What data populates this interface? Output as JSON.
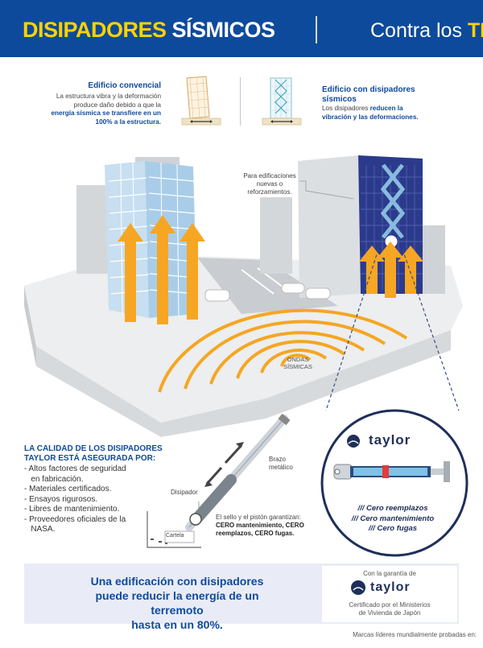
{
  "header": {
    "title_highlight": "DISIPADORES",
    "title_rest": " SÍSMICOS",
    "subtitle_prefix": "Contra los ",
    "subtitle_highlight": "TE"
  },
  "comparison": {
    "conventional": {
      "title": "Edificio convencial",
      "text_line1": "La estructura vibra y la deformación",
      "text_line2": "produce daño debido a que la",
      "text_line3_bold": "energía sísmica se transfiere en un",
      "text_line4_bold": "100% a la estructura."
    },
    "dissipators": {
      "title_line1": "Edificio con disipadores",
      "title_line2": "sísmicos",
      "text_line1_pre": "Los disipadores ",
      "text_line1_bold": "reducen la",
      "text_line2_bold": "vibración y las deformaciones."
    }
  },
  "scene": {
    "callout_line1": "Para edificaciones",
    "callout_line2": "nuevas o",
    "callout_line3": "reforzamientos.",
    "waves_label_line1": "ONDAS",
    "waves_label_line2": "SÍSMICAS"
  },
  "quality": {
    "title_line1": "LA CALIDAD DE LOS DISIPADORES",
    "title_line2": "TAYLOR ESTÁ ASEGURADA POR:",
    "items": [
      "- Altos factores de seguridad",
      "   en fabricación.",
      "- Materiales certificados.",
      "- Ensayos rigurosos.",
      "- Libres de mantenimiento.",
      "- Proveedores oficiales de la",
      "   NASA."
    ]
  },
  "diagram": {
    "arm_label_line1": "Brazo",
    "arm_label_line2": "metálico",
    "damper_label": "Disipador",
    "bracket_label": "Cartela",
    "seal_line1": "El sello y el pistón garantizan:",
    "seal_line2": "CERO mantenimiento, CERO",
    "seal_line3": "reemplazos, CERO fugas."
  },
  "brand": {
    "name": "taylor",
    "claims": [
      "/// Cero reemplazos",
      "/// Cero mantenimiento",
      "/// Cero fugas"
    ]
  },
  "banner": {
    "line1": "Una edificación con disipadores",
    "line2": "puede reducir la energía de un terremoto",
    "line3": "hasta en un 80%.",
    "guarantee_label": "Con la garantía de",
    "cert_line1": "Certificado por el Ministerios",
    "cert_line2": "de Vivienda de Japón"
  },
  "footer": {
    "text": "Marcas líderes mundialmente probadas en:"
  },
  "colors": {
    "header_bg": "#0e4a9b",
    "accent_yellow": "#ffd200",
    "arrow_orange": "#f6a623",
    "brand_navy": "#1e2f5a"
  }
}
